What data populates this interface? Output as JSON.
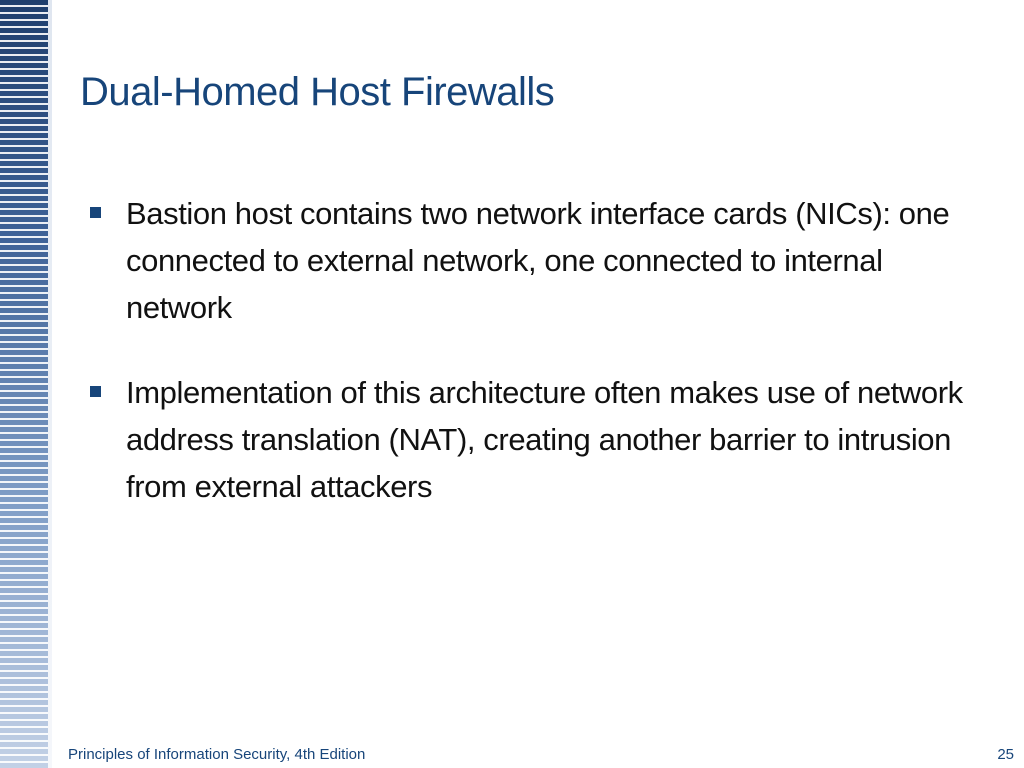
{
  "slide": {
    "title": "Dual-Homed Host Firewalls",
    "bullets": [
      {
        "text": "Bastion host contains two network interface cards (NICs): one connected to external network, one connected to internal network"
      },
      {
        "text": "Implementation of this architecture often makes use of network address translation (NAT), creating another barrier to intrusion from external attackers"
      }
    ],
    "footer": {
      "left": "Principles of Information Security, 4th Edition",
      "page_number": "25"
    }
  },
  "colors": {
    "title": "#17457a",
    "body_text": "#111111",
    "bullet_marker": "#17457a",
    "stripe_dark": "#1f3f6d",
    "stripe_light": "#c3d1e6"
  }
}
